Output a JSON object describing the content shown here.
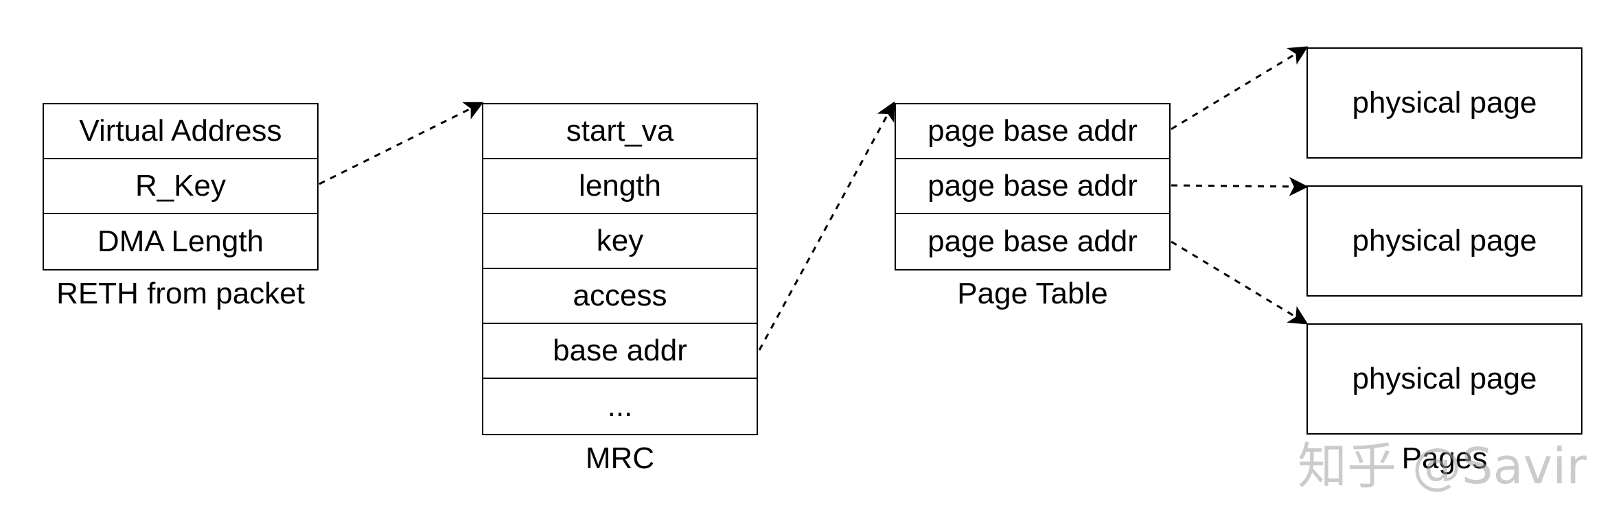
{
  "reth": {
    "rows": [
      "Virtual Address",
      "R_Key",
      "DMA Length"
    ],
    "caption": "RETH from packet"
  },
  "mrc": {
    "rows": [
      "start_va",
      "length",
      "key",
      "access",
      "base addr",
      "..."
    ],
    "caption": "MRC"
  },
  "page_table": {
    "rows": [
      "page base addr",
      "page base addr",
      "page base addr"
    ],
    "caption": "Page Table"
  },
  "pages": {
    "items": [
      "physical page",
      "physical page",
      "physical page"
    ],
    "caption": "Pages"
  },
  "watermark": "知乎 @Savir"
}
